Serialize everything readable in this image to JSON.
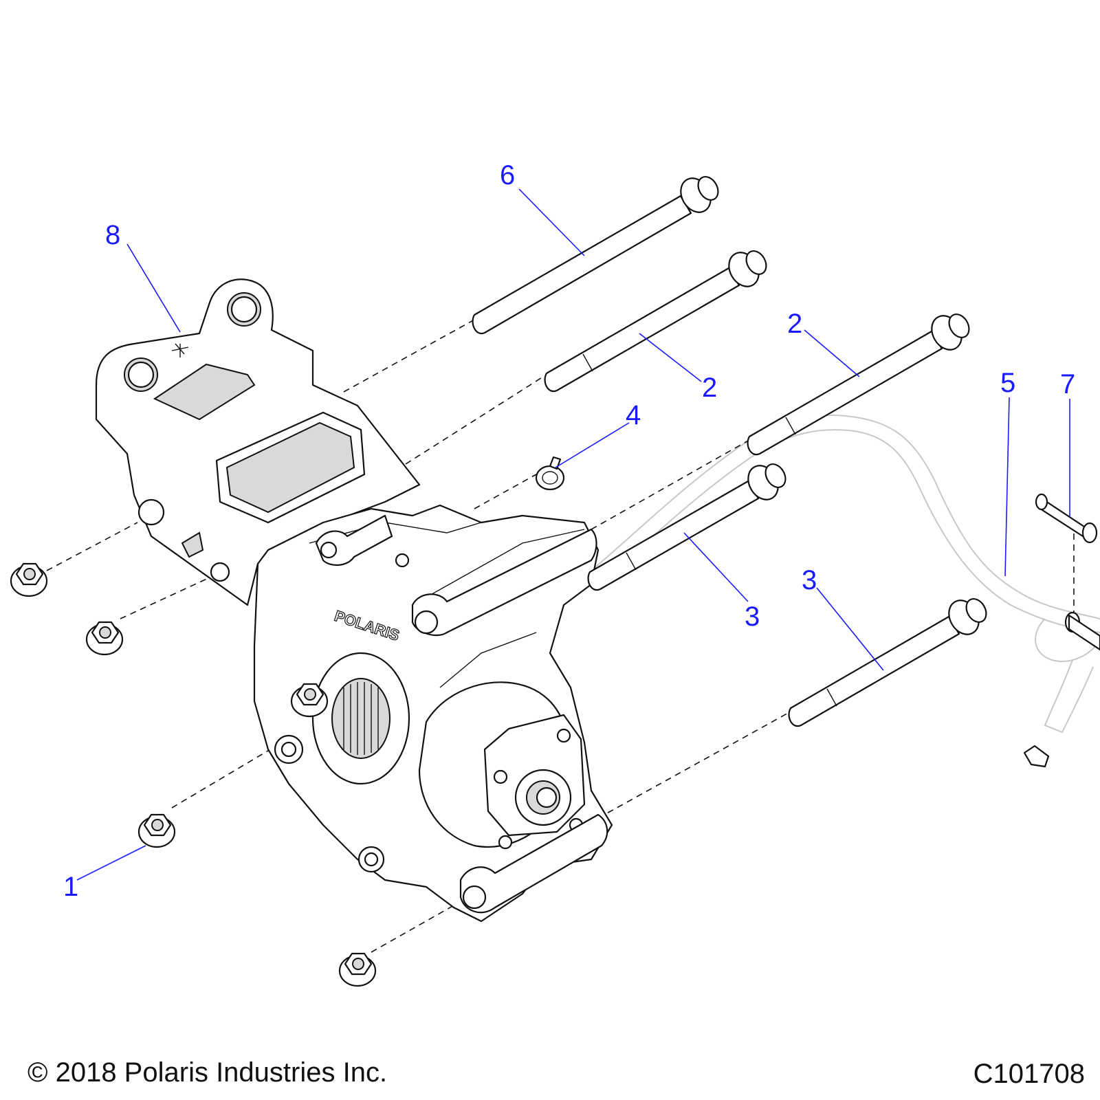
{
  "callouts": [
    {
      "id": "c1",
      "label": "1"
    },
    {
      "id": "c2a",
      "label": "2"
    },
    {
      "id": "c2b",
      "label": "2"
    },
    {
      "id": "c3a",
      "label": "3"
    },
    {
      "id": "c3b",
      "label": "3"
    },
    {
      "id": "c4",
      "label": "4"
    },
    {
      "id": "c5",
      "label": "5"
    },
    {
      "id": "c6",
      "label": "6"
    },
    {
      "id": "c7",
      "label": "7"
    },
    {
      "id": "c8",
      "label": "8"
    }
  ],
  "embossed_logo": "POLARIS",
  "footer": {
    "copyright": "© 2018 Polaris Industries Inc.",
    "figure_id": "C101708"
  },
  "colors": {
    "callout": "#1a1aff",
    "line": "#111111",
    "background": "#ffffff"
  }
}
